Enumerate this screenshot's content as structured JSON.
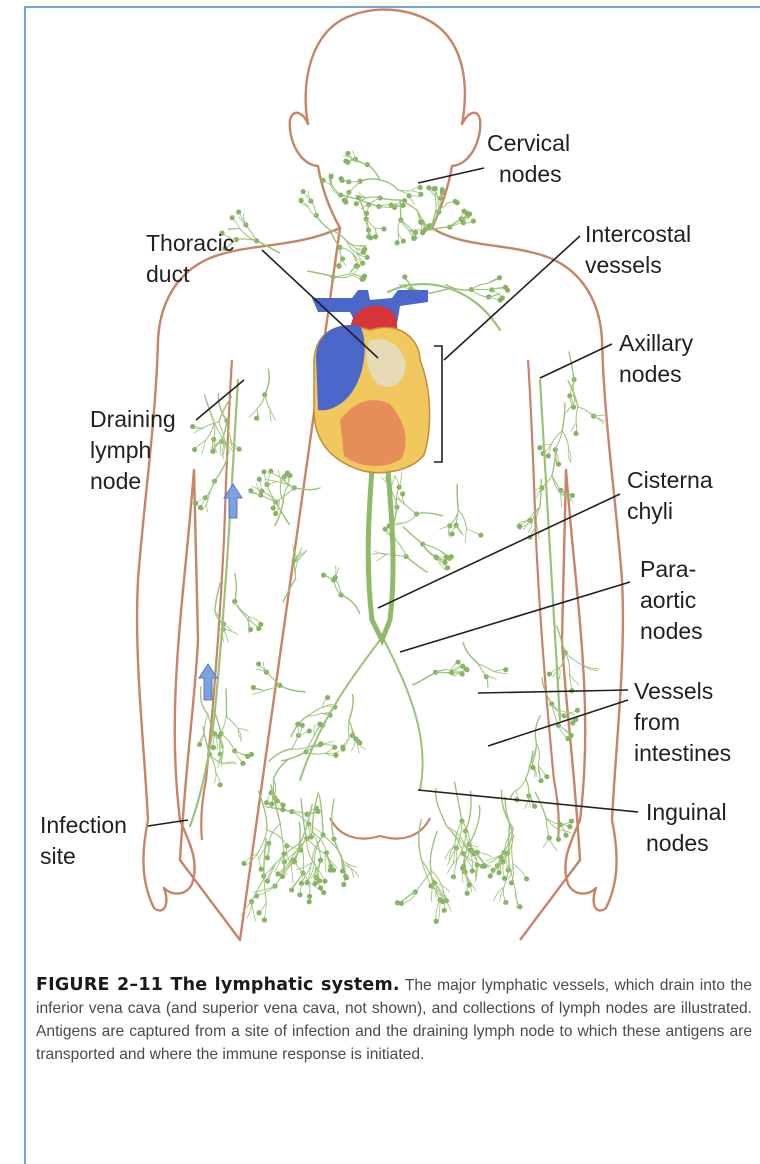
{
  "labels": {
    "cervical": [
      "Cervical",
      "nodes"
    ],
    "thoracic": [
      "Thoracic",
      "duct"
    ],
    "intercostal": [
      "Intercostal",
      "vessels"
    ],
    "axillary": [
      "Axillary",
      "nodes"
    ],
    "draining": [
      "Draining",
      "lymph",
      "node"
    ],
    "cisterna": [
      "Cisterna",
      "chyli"
    ],
    "paraaortic": [
      "Para-",
      "aortic",
      "nodes"
    ],
    "vessels_int": [
      "Vessels",
      "from",
      "intestines"
    ],
    "infection": [
      "Infection",
      "site"
    ],
    "inguinal": [
      "Inguinal",
      "nodes"
    ]
  },
  "caption": {
    "heading": "FIGURE 2–11 The lymphatic system.",
    "text": "The major lymphatic vessels, which drain into the inferior vena cava (and superior vena cava, not shown), and collections of lymph nodes are illustrated. Antigens are captured from a site of infection and the draining lymph node to which these antigens are transported and where the immune response is initiated."
  },
  "colors": {
    "body_outline": "#c98467",
    "lymph": "#9cc27a",
    "node": "#86b463",
    "heart_red": "#d9343a",
    "heart_yellow": "#f3d36b",
    "vessel_blue": "#4a67c9",
    "arrow_blue": "#7da1de",
    "leader": "#231f20"
  }
}
